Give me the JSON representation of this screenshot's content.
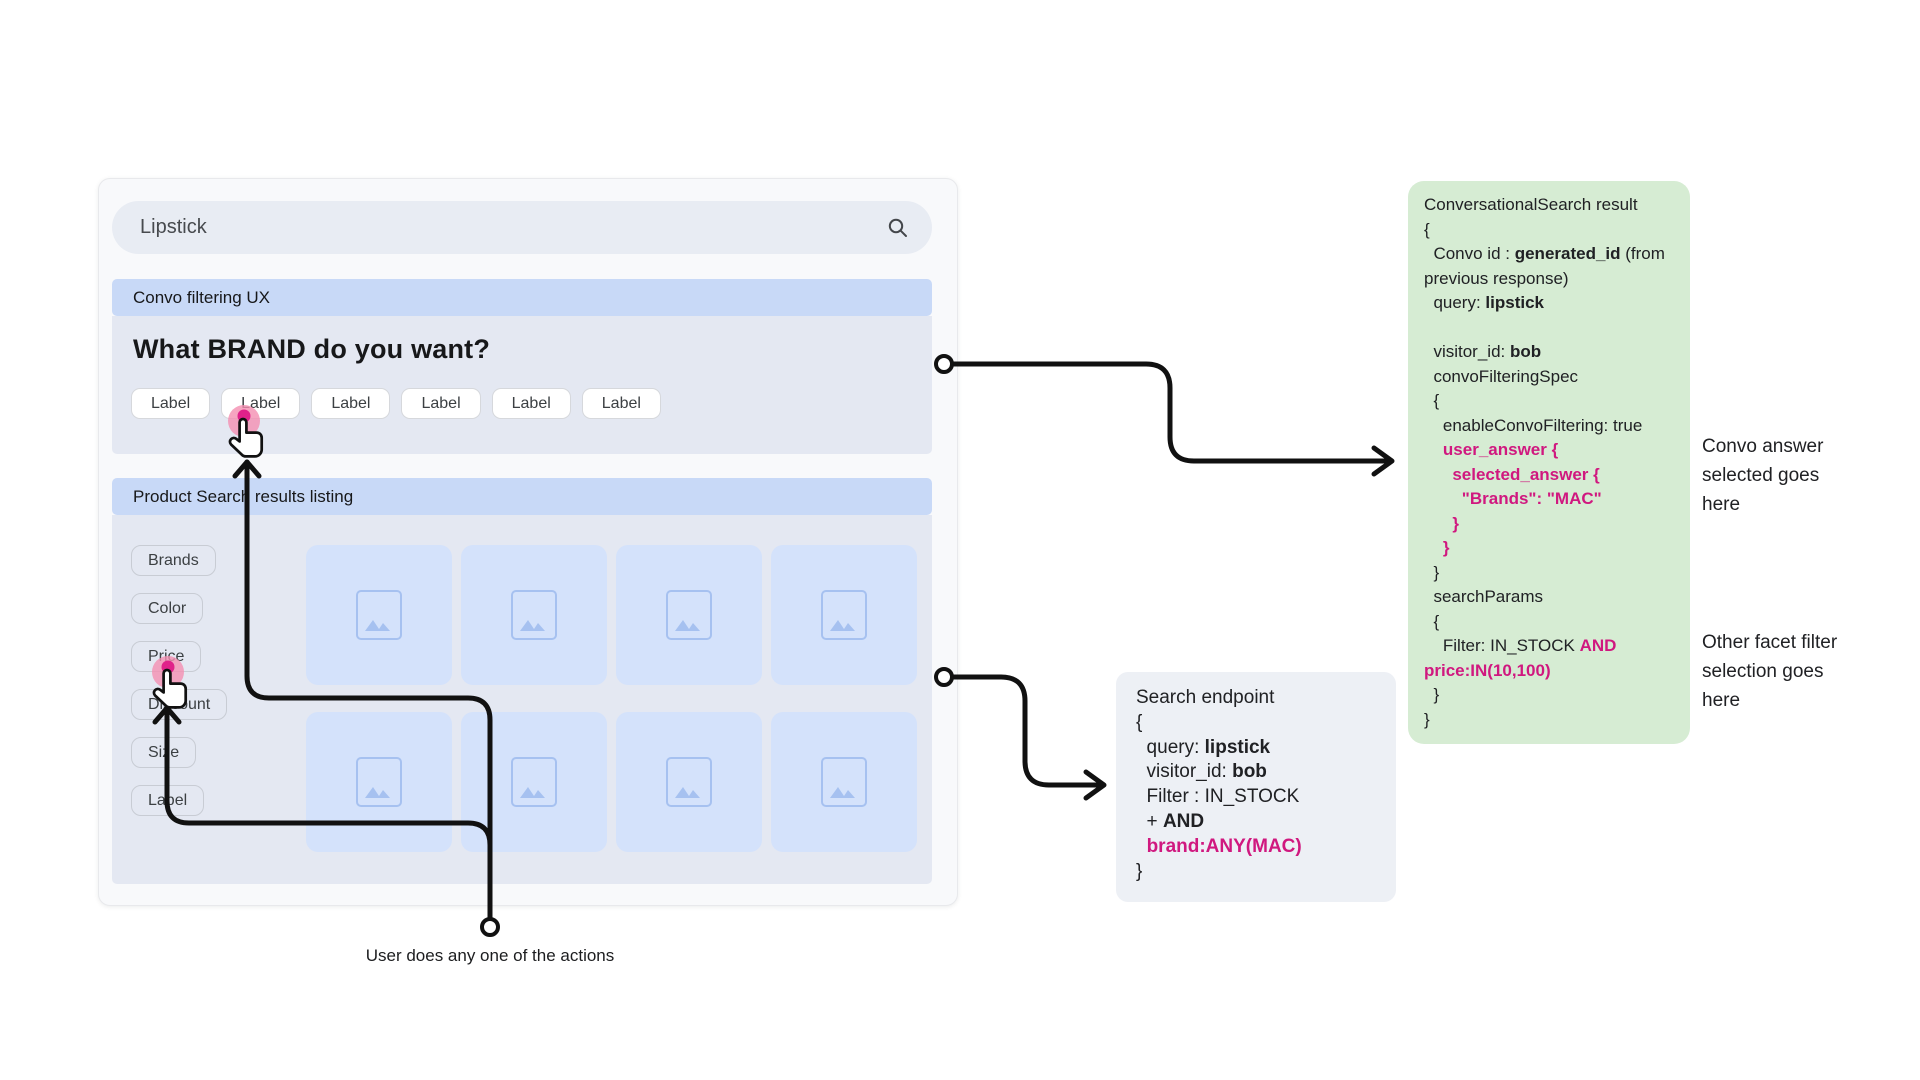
{
  "mockup": {
    "search": {
      "value": "Lipstick",
      "icon": "magnifier-icon"
    },
    "convo_banner": "Convo filtering UX",
    "question": "What BRAND do you want?",
    "answer_chips": [
      "Label",
      "Label",
      "Label",
      "Label",
      "Label",
      "Label"
    ],
    "listing_banner": "Product Search results listing",
    "facet_filters": [
      "Brands",
      "Color",
      "Price",
      "Discount",
      "Size",
      "Label"
    ],
    "product_tiles": 8,
    "tile_icon": "image-placeholder-icon"
  },
  "caption": "User does any one of the actions",
  "annotations": {
    "convo_answer": "Convo answer selected goes here",
    "other_facet": "Other facet filter selection goes here"
  },
  "conversational_result_box": {
    "lines": [
      [
        {
          "t": "ConversationalSearch result"
        }
      ],
      [
        {
          "t": "{"
        }
      ],
      [
        {
          "t": "  Convo id : "
        },
        {
          "t": "generated_id",
          "b": 1
        },
        {
          "t": " (from"
        }
      ],
      [
        {
          "t": "previous response)"
        }
      ],
      [
        {
          "t": "  query: "
        },
        {
          "t": "lipstick",
          "b": 1
        }
      ],
      [],
      [
        {
          "t": "  visitor_id: "
        },
        {
          "t": "bob",
          "b": 1
        }
      ],
      [
        {
          "t": "  convoFilteringSpec"
        }
      ],
      [
        {
          "t": "  {"
        }
      ],
      [
        {
          "t": "    enableConvoFiltering: true"
        }
      ],
      [
        {
          "t": "    "
        },
        {
          "t": "user_answer {",
          "b": 1,
          "p": 1
        }
      ],
      [
        {
          "t": "      "
        },
        {
          "t": "selected_answer {",
          "b": 1,
          "p": 1
        }
      ],
      [
        {
          "t": "        "
        },
        {
          "t": "\"Brands\": \"MAC\"",
          "b": 1,
          "p": 1
        }
      ],
      [
        {
          "t": "      "
        },
        {
          "t": "}",
          "b": 1,
          "p": 1
        }
      ],
      [
        {
          "t": "    "
        },
        {
          "t": "}",
          "b": 1,
          "p": 1
        }
      ],
      [
        {
          "t": "  }"
        }
      ],
      [
        {
          "t": "  searchParams"
        }
      ],
      [
        {
          "t": "  {"
        }
      ],
      [
        {
          "t": "    Filter: IN_STOCK "
        },
        {
          "t": "AND",
          "b": 1,
          "p": 1
        }
      ],
      [
        {
          "t": "price:IN(10,100)",
          "b": 1,
          "p": 1
        }
      ],
      [
        {
          "t": "  }"
        }
      ],
      [
        {
          "t": "}"
        }
      ]
    ]
  },
  "search_endpoint_box": {
    "lines": [
      [
        {
          "t": "Search endpoint"
        }
      ],
      [
        {
          "t": "{"
        }
      ],
      [
        {
          "t": "  query: "
        },
        {
          "t": "lipstick",
          "b": 1
        }
      ],
      [
        {
          "t": "  visitor_id: "
        },
        {
          "t": "bob",
          "b": 1
        }
      ],
      [
        {
          "t": "  Filter : IN_STOCK"
        }
      ],
      [
        {
          "t": "  + "
        },
        {
          "t": "AND",
          "b": 1
        }
      ],
      [
        {
          "t": "  "
        },
        {
          "t": "brand:ANY(MAC)",
          "b": 1,
          "p": 1
        }
      ],
      [
        {
          "t": "}"
        }
      ]
    ]
  },
  "colors": {
    "accent_pink": "#d0187f",
    "banner_blue": "#c8d9f7",
    "section_blue_gray": "#e4e8f2",
    "tile_blue": "#d4e2fb",
    "tile_icon_blue": "#a6c1f0",
    "green_box_bg": "#d6ecd3",
    "gray_box_bg": "#edf0f5",
    "touch_halo_pink": "#f48fb1",
    "touch_dot_pink": "#e0218a",
    "connector_black": "#111111"
  }
}
